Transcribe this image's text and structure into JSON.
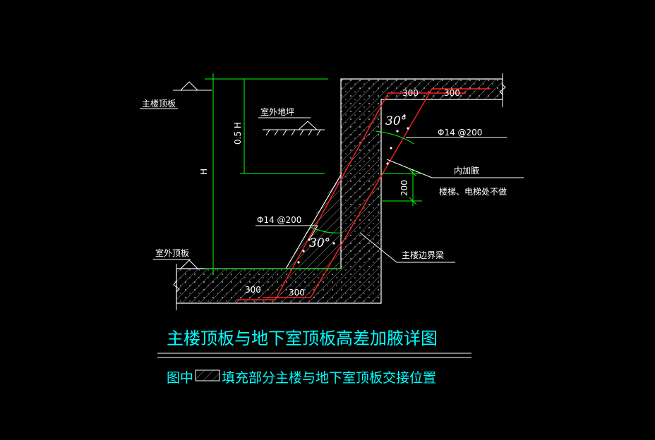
{
  "colors": {
    "background": "#000000",
    "concrete_outline": "#ffffff",
    "hatch": "#9a9a9a",
    "rebar": "#ff2020",
    "dimension": "#00ff00",
    "title": "#00ffff"
  },
  "labels": {
    "main_roof": "主楼顶板",
    "outdoor_ground": "室外地坪",
    "outdoor_roof": "室外顶板",
    "rebar_upper": "Φ14 @200",
    "rebar_lower": "Φ14 @200",
    "inner_haunch": "内加腋",
    "inner_haunch_note": "楼梯、电梯处不做",
    "edge_beam": "主楼边界梁"
  },
  "dimensions": {
    "height": "H",
    "half_height": "0.5 H",
    "top_left": "300",
    "top_right": "300",
    "bottom_left": "300",
    "bottom_right": "300",
    "haunch": "200"
  },
  "angles": {
    "upper": "30°",
    "lower": "30°"
  },
  "title": "主楼顶板与地下室顶板高差加腋详图",
  "legend": {
    "prefix": "图中",
    "text": "填充部分主楼与地下室顶板交接位置"
  }
}
